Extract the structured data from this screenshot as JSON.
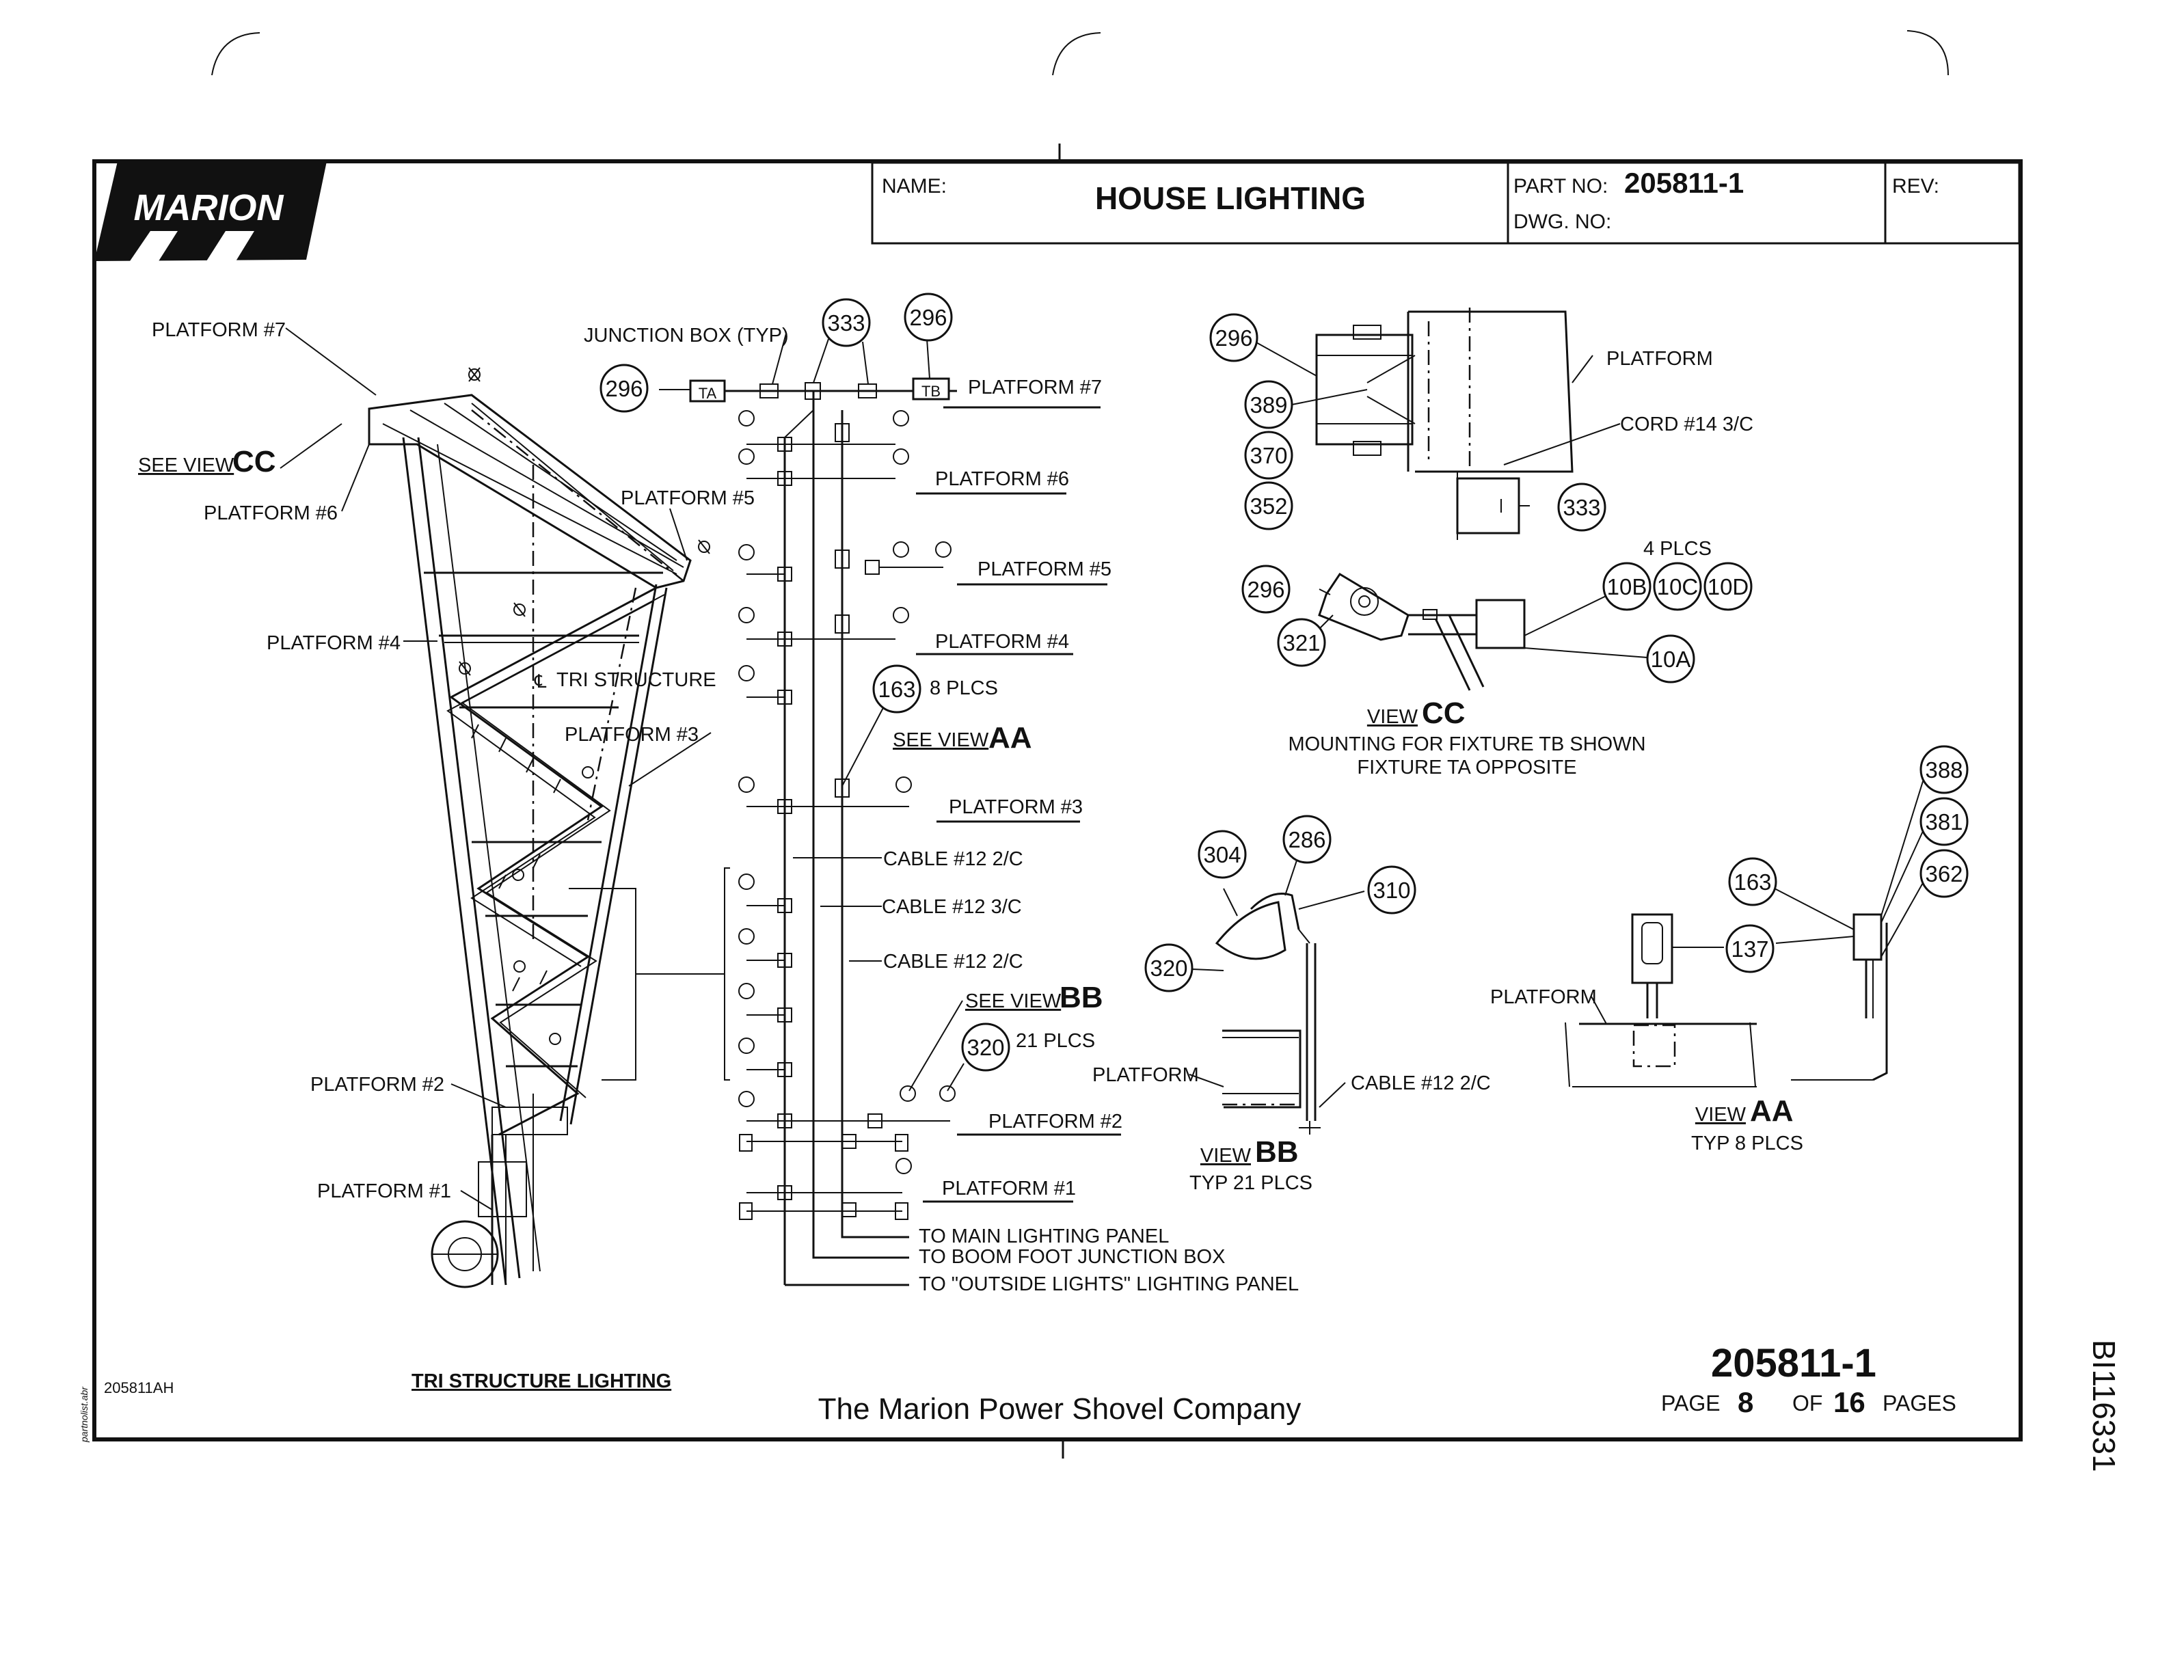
{
  "logo": {
    "text": "MARION"
  },
  "title_block": {
    "name_label": "NAME:",
    "name_value": "HOUSE LIGHTING",
    "part_label": "PART NO:",
    "part_value": "205811-1",
    "dwg_label": "DWG. NO:",
    "rev_label": "REV:"
  },
  "tri_structure": {
    "platform_7": "PLATFORM #7",
    "see_view_prefix": "SEE VIEW",
    "see_view_cc": "CC",
    "platform_6": "PLATFORM #6",
    "platform_5": "PLATFORM #5",
    "platform_4": "PLATFORM #4",
    "centerline": "TRI STRUCTURE",
    "platform_3": "PLATFORM #3",
    "platform_2": "PLATFORM #2",
    "platform_1": "PLATFORM #1",
    "caption": "TRI STRUCTURE LIGHTING"
  },
  "schematic": {
    "junction_box": "JUNCTION BOX (TYP)",
    "ta": "TA",
    "tb": "TB",
    "bubble_296a": "296",
    "bubble_333": "333",
    "bubble_296b": "296",
    "platform_7": "PLATFORM #7",
    "platform_6": "PLATFORM #6",
    "platform_5": "PLATFORM #5",
    "platform_4": "PLATFORM #4",
    "bubble_163": "163",
    "plcs_8": "8 PLCS",
    "see_view_prefix": "SEE VIEW",
    "see_view_aa": "AA",
    "platform_3": "PLATFORM #3",
    "cable_1": "CABLE #12 2/C",
    "cable_2": "CABLE #12 3/C",
    "cable_3": "CABLE #12 2/C",
    "see_view_bb": "BB",
    "bubble_320": "320",
    "plcs_21": "21 PLCS",
    "platform_2": "PLATFORM #2",
    "platform_1": "PLATFORM #1",
    "to_main": "TO MAIN LIGHTING PANEL",
    "to_boom": "TO BOOM FOOT JUNCTION BOX",
    "to_outside": "TO \"OUTSIDE LIGHTS\" LIGHTING PANEL"
  },
  "detail_top": {
    "b296": "296",
    "b389": "389",
    "b370": "370",
    "b352": "352",
    "b333": "333",
    "platform": "PLATFORM",
    "cord": "CORD #14 3/C"
  },
  "view_cc": {
    "b296": "296",
    "b321": "321",
    "plcs_4": "4 PLCS",
    "b10b": "10B",
    "b10c": "10C",
    "b10d": "10D",
    "b10a": "10A",
    "view_prefix": "VIEW",
    "view_letters": "CC",
    "line1": "MOUNTING FOR FIXTURE TB SHOWN",
    "line2": "FIXTURE TA OPPOSITE"
  },
  "view_bb": {
    "b304": "304",
    "b286": "286",
    "b310": "310",
    "b320": "320",
    "platform": "PLATFORM",
    "cable": "CABLE #12 2/C",
    "view_prefix": "VIEW",
    "view_letters": "BB",
    "typ": "TYP 21 PLCS"
  },
  "view_aa": {
    "b388": "388",
    "b381": "381",
    "b362": "362",
    "b163": "163",
    "b137": "137",
    "platform": "PLATFORM",
    "view_prefix": "VIEW",
    "view_letters": "AA",
    "typ": "TYP 8 PLCS"
  },
  "footer": {
    "file_code": "205811AH",
    "side_code": "partnolist.abr",
    "company": "The Marion Power Shovel Company",
    "part_number": "205811-1",
    "page_label": "PAGE",
    "page_number": "8",
    "of_label": "OF",
    "total_pages": "16",
    "pages_label": "PAGES",
    "margin_code": "BI116331"
  }
}
